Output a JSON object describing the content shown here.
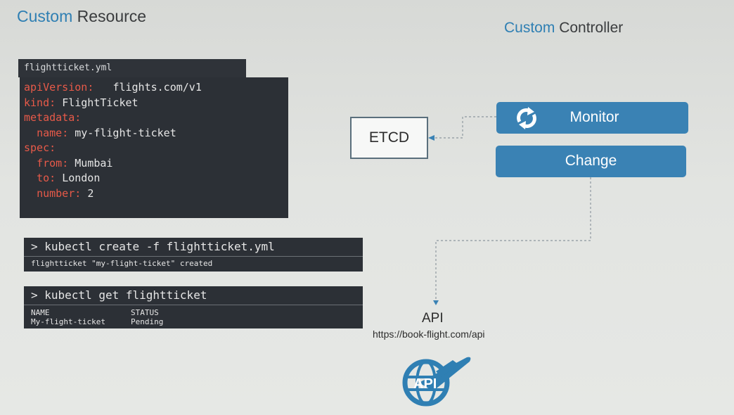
{
  "custom_resource": {
    "accent": "Custom",
    "rest": "Resource"
  },
  "custom_controller": {
    "accent": "Custom",
    "rest": "Controller"
  },
  "yaml_file": {
    "filename": "flightticket.yml",
    "lines": [
      {
        "key": "apiVersion",
        "sep": ":   ",
        "value": "flights.com/v1",
        "indent": 0
      },
      {
        "key": "kind",
        "sep": ": ",
        "value": "FlightTicket",
        "indent": 0
      },
      {
        "key": "metadata",
        "sep": ":",
        "value": "",
        "indent": 0
      },
      {
        "key": "name",
        "sep": ": ",
        "value": "my-flight-ticket",
        "indent": 2
      },
      {
        "key": "spec",
        "sep": ":",
        "value": "",
        "indent": 0
      },
      {
        "key": "from",
        "sep": ": ",
        "value": "Mumbai",
        "indent": 2
      },
      {
        "key": "to",
        "sep": ": ",
        "value": "London",
        "indent": 2
      },
      {
        "key": "number",
        "sep": ": ",
        "value": "2",
        "indent": 2
      }
    ]
  },
  "terminal_create": {
    "command": "> kubectl create -f flightticket.yml",
    "output": "flightticket \"my-flight-ticket\" created"
  },
  "terminal_get": {
    "command": "> kubectl get flightticket",
    "header_name": "NAME",
    "header_status": "STATUS",
    "row_name": "My-flight-ticket",
    "row_status": "Pending"
  },
  "etcd_label": "ETCD",
  "monitor_label": "Monitor",
  "change_label": "Change",
  "api": {
    "title": "API",
    "url": "https://book-flight.com/api"
  },
  "colors": {
    "accent": "#2f7fb3",
    "button": "#3a82b4",
    "terminal_bg": "#2c3036",
    "yaml_key": "#e85a49"
  },
  "icons": {
    "sync": "sync-icon",
    "api_logo": "globe-plane-icon"
  }
}
